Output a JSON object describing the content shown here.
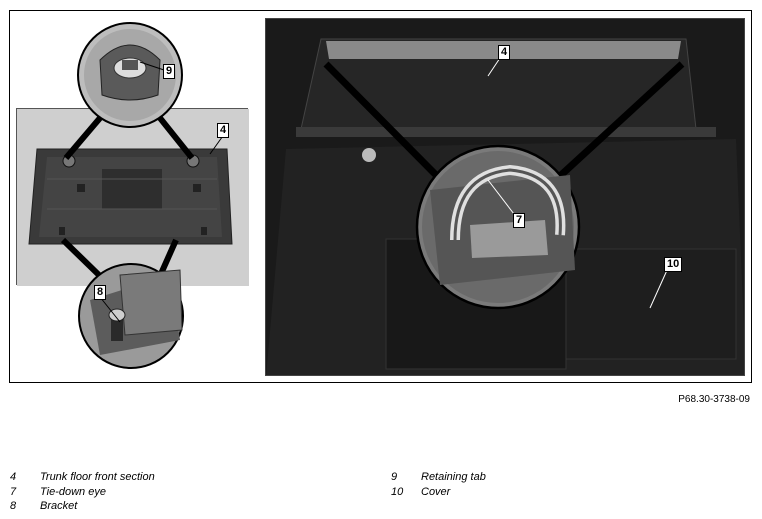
{
  "figure": {
    "figure_id": "P68.30-3738-09",
    "callouts": {
      "left_panel_4": "4",
      "top_magnifier_9": "9",
      "bottom_magnifier_8": "8",
      "right_photo_4": "4",
      "right_magnifier_7": "7",
      "right_photo_10": "10"
    }
  },
  "legend": {
    "items": [
      {
        "number": "4",
        "label": "Trunk floor front section"
      },
      {
        "number": "7",
        "label": "Tie-down eye"
      },
      {
        "number": "8",
        "label": "Bracket"
      },
      {
        "number": "9",
        "label": "Retaining tab"
      },
      {
        "number": "10",
        "label": "Cover"
      }
    ]
  }
}
